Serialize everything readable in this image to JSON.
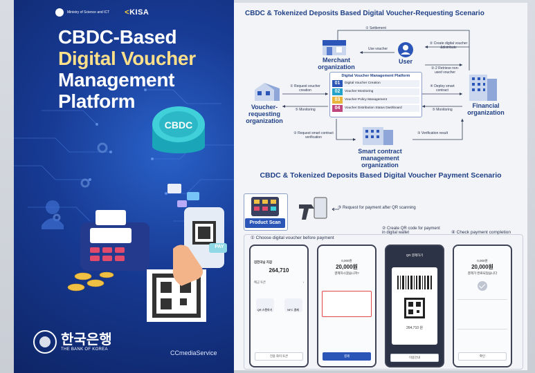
{
  "left": {
    "ministry": "Ministry of Science and ICT",
    "kisa": "KISA",
    "title_l1": "CBDC-Based",
    "title_l2": "Digital Voucher",
    "title_l3": "Management",
    "title_l4": "Platform",
    "coin": "CBDC",
    "pay_tag": "PAY",
    "bok_kr": "한국은행",
    "bok_en": "THE BANK OF KOREA",
    "credit": "CCmediaService"
  },
  "requesting": {
    "title": "CBDC & Tokenized Deposits Based Digital Voucher-Requesting Scenario",
    "merchant": "Merchant organization",
    "user": "User",
    "voucher_org": "Voucher-requesting organization",
    "financial": "Financial organization",
    "smart": "Smart contract management organization",
    "s1": "① Settlement",
    "use_voucher": "Use voucher",
    "create": "② Create digital voucher &distribute",
    "retrieve": "②-2 Retrieve non-used voucher",
    "req_create": "① Request voucher creation",
    "monitor1": "⑤ Monitoring",
    "deploy": "④ Deploy smart contract",
    "monitor2": "⑤ Monitoring",
    "req_verify": "② Request smart contract verification",
    "verify_res": "③ Verification result",
    "platform": {
      "title": "Digital Voucher Management Platform",
      "items": [
        {
          "num": "01",
          "text": "Digital Voucher Creation",
          "color": "#2b56b8"
        },
        {
          "num": "02",
          "text": "Voucher Monitoring",
          "color": "#22a3c9"
        },
        {
          "num": "03",
          "text": "Voucher Policy Management",
          "color": "#e9b43a"
        },
        {
          "num": "04",
          "text": "Voucher Distribution Status Dashboard",
          "color": "#c0477d"
        }
      ]
    }
  },
  "payment": {
    "title": "CBDC & Tokenized Deposits Based Digital Voucher Payment Scenario",
    "product_scan": "Product Scan",
    "req_pay": "③ Request for payment after QR scanning",
    "choose": "① Choose digital voucher before payment",
    "create_qr": "② Create QR code for payment in digital wallet",
    "check": "④ Check payment completion",
    "phone1": {
      "title": "김한국님 지갑",
      "amt": "264,710",
      "row1": "예금 토큰",
      "row2": "QR 스캔하기",
      "row3": "NFC 결제",
      "btn": "전용 화이 토큰"
    },
    "phone2": {
      "title": "0,000원",
      "amt": "20,000원",
      "note": "결제하시겠습니까?",
      "btn": "결제"
    },
    "phone3": {
      "title": "QR 결제하기",
      "amt": "264,710 원",
      "btn": "이용안내"
    },
    "phone4": {
      "title": "0,000원",
      "amt": "20,000원",
      "note": "결제가 완료되었습니다",
      "btn": "확인"
    }
  }
}
